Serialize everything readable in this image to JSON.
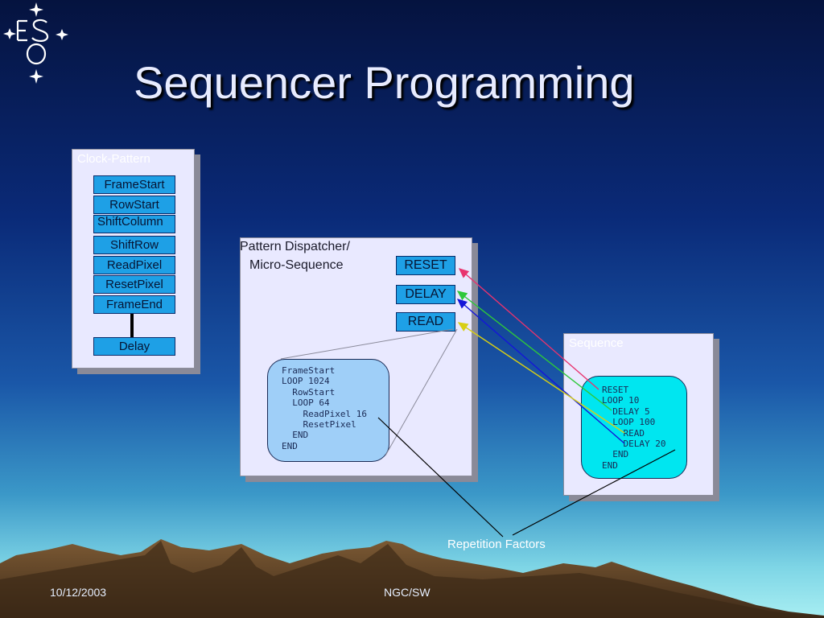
{
  "slide": {
    "title": "Sequencer Programming",
    "logo_text": "ESO"
  },
  "clock_pattern": {
    "label": "Clock-Pattern",
    "items": [
      "FrameStart",
      "RowStart",
      "ShiftColumn",
      "ShiftRow",
      "ReadPixel",
      "ResetPixel",
      "FrameEnd"
    ],
    "delay": "Delay"
  },
  "dispatcher": {
    "label_line1": "Pattern Dispatcher/",
    "label_line2": "Micro-Sequence",
    "buttons": [
      "RESET",
      "DELAY",
      "READ"
    ],
    "code": "FrameStart\nLOOP 1024\n  RowStart\n  LOOP 64\n    ReadPixel 16\n    ResetPixel\n  END\nEND"
  },
  "sequence": {
    "label": "Sequence",
    "code": "RESET\nLOOP 10\n  DELAY 5\n  LOOP 100\n    READ\n    DELAY 20\n  END\nEND"
  },
  "annotation": "Repetition Factors",
  "footer": {
    "date": "10/12/2003",
    "center": "NGC/SW"
  },
  "colors": {
    "arrow_reset": "#e8336e",
    "arrow_delay_green": "#2ec83a",
    "arrow_delay_blue": "#1416d8",
    "arrow_read": "#d8cf14",
    "button_fill": "#1ea0e6",
    "sequence_code_fill": "#00e6f0",
    "dispatcher_code_fill": "#9fcff8"
  }
}
